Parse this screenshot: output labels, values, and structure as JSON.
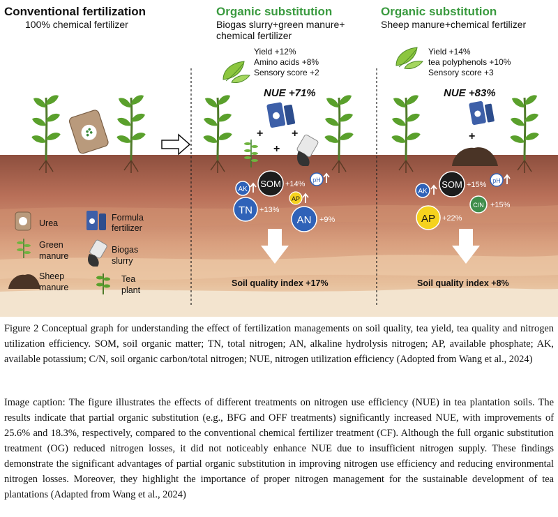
{
  "panels": {
    "conventional": {
      "title": "Conventional fertilization",
      "subtitle": "100% chemical fertilizer"
    },
    "organic_biogas": {
      "title": "Organic substitution",
      "subtitle_line1": "Biogas slurry+green manure+",
      "subtitle_line2": "chemical fertilizer",
      "effects": [
        "Yield +12%",
        "Amino acids +8%",
        "Sensory score +2"
      ],
      "nue": "NUE +71%",
      "soil": {
        "ak": "AK",
        "som": "SOM",
        "som_change": "+14%",
        "ph": "pH",
        "tn": "TN",
        "tn_change": "+13%",
        "ap": "AP",
        "an": "AN",
        "an_change": "+9%"
      },
      "soil_quality": "Soil quality index +17%"
    },
    "organic_sheep": {
      "title": "Organic substitution",
      "subtitle": "Sheep manure+chemical fertilizer",
      "effects": [
        "Yield +14%",
        "tea polyphenols +10%",
        "Sensory score +3"
      ],
      "nue": "NUE +83%",
      "soil": {
        "ak": "AK",
        "som": "SOM",
        "som_change": "+15%",
        "ph": "pH",
        "ap": "AP",
        "ap_change": "+22%",
        "cn": "C/N",
        "cn_change": "+15%"
      },
      "soil_quality": "Soil quality index +8%"
    }
  },
  "legend": {
    "urea": "Urea",
    "formula_line1": "Formula",
    "formula_line2": "fertilizer",
    "green_line1": "Green",
    "green_line2": "manure",
    "biogas_line1": "Biogas",
    "biogas_line2": "slurry",
    "sheep_line1": "Sheep",
    "sheep_line2": "manure",
    "tea_line1": "Tea",
    "tea_line2": "plant"
  },
  "figure_caption": "Figure 2 Conceptual graph for understanding the effect of fertilization managements on soil quality, tea yield, tea quality and nitrogen utilization efficiency. SOM, soil organic matter; TN, total nitrogen; AN, alkaline hydrolysis nitrogen; AP, available phosphate; AK, available potassium; C/N, soil organic carbon/total nitrogen; NUE, nitrogen utilization efficiency (Adopted from Wang et al., 2024)",
  "image_caption": "Image caption: The figure illustrates the effects of different treatments on nitrogen use efficiency (NUE) in tea plantation soils. The results indicate that partial organic substitution (e.g., BFG and OFF treatments) significantly increased NUE, with improvements of 25.6% and 18.3%, respectively, compared to the conventional chemical fertilizer treatment (CF). Although the full organic substitution treatment (OG) reduced nitrogen losses, it did not noticeably enhance NUE due to insufficient nitrogen supply. These findings demonstrate the significant advantages of partial organic substitution in improving nitrogen use efficiency and reducing environmental nitrogen losses. Moreover, they highlight the importance of proper nitrogen management for the sustainable development of tea plantations (Adapted from Wang et al., 2024)",
  "colors": {
    "title_black": "#111111",
    "organic_green": "#3a9a3f",
    "soil_top": "#8a4a3a",
    "soil_mid": "#c98f6f",
    "soil_low": "#e3b48f",
    "soil_base": "#efdcc2",
    "node_blue": "#2f62b8",
    "node_black": "#1c1c1c",
    "node_yellow": "#f5d21e",
    "node_green": "#3f8d4b"
  }
}
